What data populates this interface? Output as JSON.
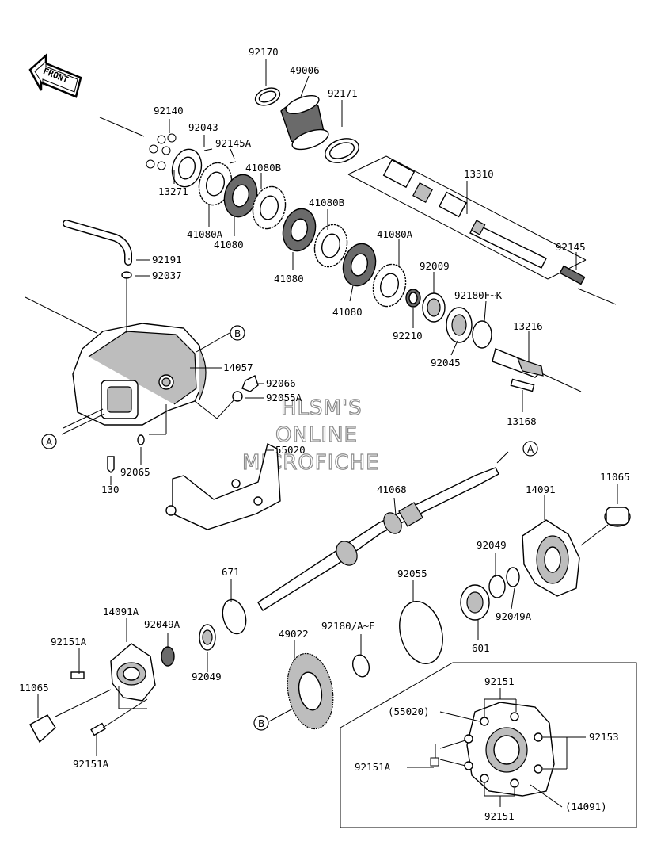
{
  "front_badge": "FRONT",
  "watermark": [
    "HLSM'S",
    "ONLINE",
    "MICROFICHE"
  ],
  "refs": {
    "A": "A",
    "B": "B"
  },
  "labels": {
    "p92170": "92170",
    "p49006": "49006",
    "p92171": "92171",
    "p92140": "92140",
    "p92043": "92043",
    "p92145A": "92145A",
    "p41080B_1": "41080B",
    "p13271": "13271",
    "p41080A_1": "41080A",
    "p41080_1": "41080",
    "p41080B_2": "41080B",
    "p41080_2": "41080",
    "p41080A_2": "41080A",
    "p41080_3": "41080",
    "p13310": "13310",
    "p92145": "92145",
    "p92009": "92009",
    "p92180FK": "92180F~K",
    "p92210": "92210",
    "p92045": "92045",
    "p13216": "13216",
    "p13168": "13168",
    "p92191": "92191",
    "p92037": "92037",
    "p14057": "14057",
    "p92066": "92066",
    "p92055A": "92055A",
    "p55020": "55020",
    "p92065": "92065",
    "p130": "130",
    "p41068": "41068",
    "p14091": "14091",
    "p11065_r": "11065",
    "p92049_r": "92049",
    "p92049A_r": "92049A",
    "p601": "601",
    "p92055": "92055",
    "p671": "671",
    "p14091A": "14091A",
    "p92049A_l": "92049A",
    "p92151A_1": "92151A",
    "p11065_l": "11065",
    "p92049_l": "92049",
    "p92151A_2": "92151A",
    "p49022": "49022",
    "p92180AE": "92180/A~E",
    "inset_92151_top": "92151",
    "inset_55020": "(55020)",
    "inset_92153": "92153",
    "inset_92151A": "92151A",
    "inset_14091": "(14091)",
    "inset_92151_bot": "92151"
  }
}
